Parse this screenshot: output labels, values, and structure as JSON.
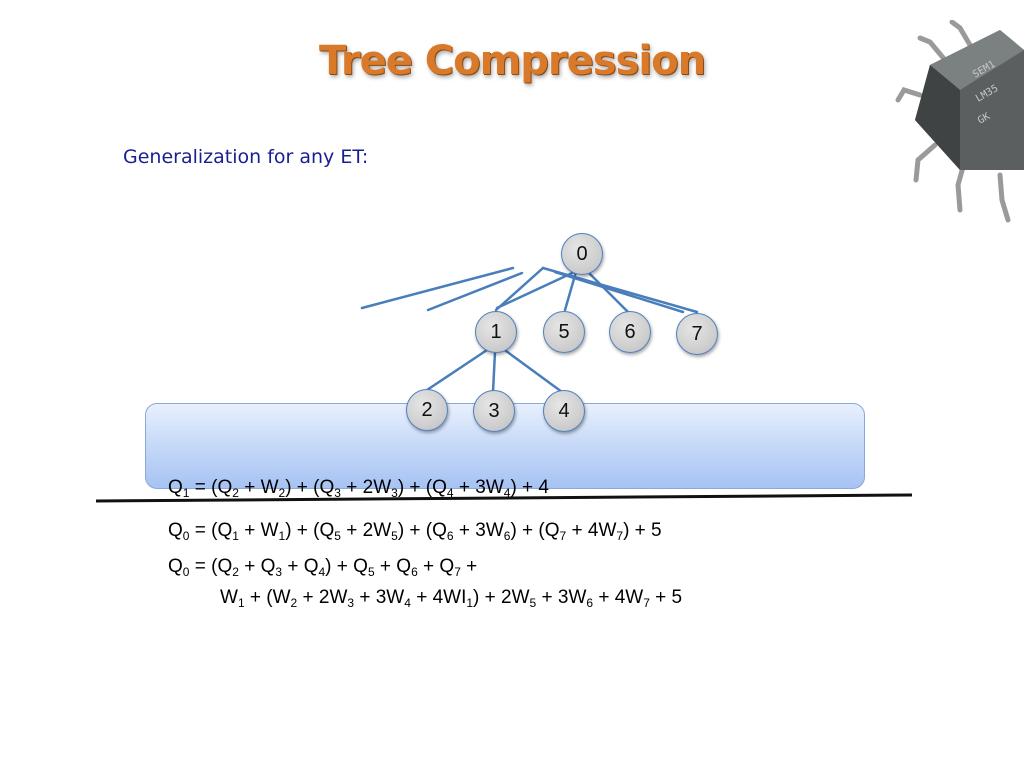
{
  "slide": {
    "title": "Tree Compression",
    "subtitle": "Generalization for any ET:"
  },
  "tree": {
    "nodes": [
      {
        "id": "0",
        "label": "0"
      },
      {
        "id": "1",
        "label": "1"
      },
      {
        "id": "5",
        "label": "5"
      },
      {
        "id": "6",
        "label": "6"
      },
      {
        "id": "7",
        "label": "7"
      },
      {
        "id": "2",
        "label": "2"
      },
      {
        "id": "3",
        "label": "3"
      },
      {
        "id": "4",
        "label": "4"
      }
    ]
  },
  "equations": {
    "q1": {
      "parts": [
        "Q",
        "1",
        " = (Q",
        "2",
        " + W",
        "2",
        ") + (Q",
        "3",
        " + 2W",
        "3",
        ") + (Q",
        "4",
        " + 3W",
        "4",
        ") + 4"
      ]
    },
    "q0_a": {
      "parts": [
        "Q",
        "0",
        " = (Q",
        "1",
        " + W",
        "1",
        ") + (Q",
        "5",
        " + 2W",
        "5",
        ") + (Q",
        "6",
        " + 3W",
        "6",
        ") + (Q",
        "7",
        " + 4W",
        "7",
        ") + 5"
      ]
    },
    "q0_b_line1": {
      "parts": [
        "Q",
        "0",
        " = (Q",
        "2",
        " + Q",
        "3",
        " + Q",
        "4",
        ") + Q",
        "5",
        " + Q",
        "6",
        " + Q",
        "7",
        " +"
      ]
    },
    "q0_b_line2": {
      "parts": [
        "W",
        "1",
        " + (W",
        "2",
        " + 2W",
        "3",
        " + 3W",
        "4",
        " + 4WI",
        "1",
        ") + 2W",
        "5",
        " + 3W",
        "6",
        " + 4W",
        "7",
        " + 5"
      ]
    }
  },
  "colors": {
    "title": "#d9792a",
    "subtitle": "#1a1f8f",
    "edge": "#4a7ebb",
    "band": "#b9cff6"
  },
  "icons": {
    "chip_image": "ic-chip-photo"
  }
}
